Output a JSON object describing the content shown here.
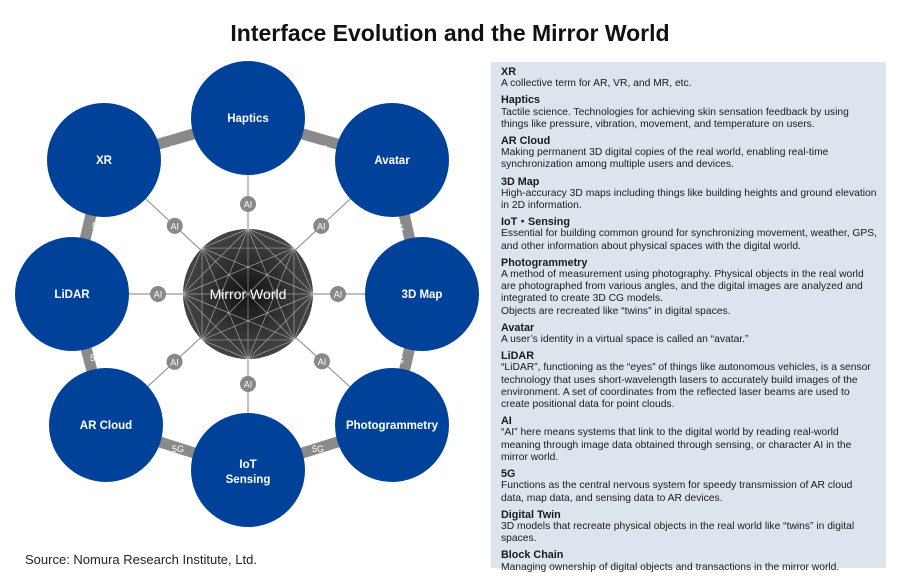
{
  "title": "Interface Evolution and the Mirror World",
  "source": "Source: Nomura Research Institute, Ltd.",
  "center": "Mirror World",
  "nodes": [
    {
      "label": "Haptics"
    },
    {
      "label": "Avatar"
    },
    {
      "label": "3D Map"
    },
    {
      "label": "Photogrammetry"
    },
    {
      "label": "IoT\nSensing",
      "line1": "IoT",
      "line2": "Sensing"
    },
    {
      "label": "AR Cloud"
    },
    {
      "label": "LiDAR"
    },
    {
      "label": "XR"
    }
  ],
  "link_label": "5G",
  "spoke_label": "AI",
  "colors": {
    "node": "#00429a",
    "ring": "#8a8a8a",
    "badge": "#888888",
    "panel": "#dce5ed"
  },
  "glossary": [
    {
      "term": "XR",
      "desc": "A collective term for AR, VR, and MR, etc."
    },
    {
      "term": "Haptics",
      "desc": "Tactile science. Technologies for achieving skin sensation feedback by using things like pressure, vibration, movement, and temperature on users."
    },
    {
      "term": "AR Cloud",
      "desc": "Making permanent 3D digital copies of the real world, enabling real-time synchronization among multiple users and devices."
    },
    {
      "term": "3D Map",
      "desc": "High-accuracy 3D maps including things like building heights and ground elevation in 2D information."
    },
    {
      "term": "IoT・Sensing",
      "desc": "Essential for building common ground for synchronizing movement, weather, GPS, and other information about physical spaces with the digital world."
    },
    {
      "term": "Photogrammetry",
      "desc": "A method of measurement using photography. Physical objects in the real world are photographed from various angles, and the digital images are analyzed and integrated to create 3D CG models.\nObjects are recreated like “twins” in digital spaces."
    },
    {
      "term": "Avatar",
      "desc": "A user’s identity in a virtual space is called an “avatar.”"
    },
    {
      "term": "LiDAR",
      "desc": "“LiDAR”, functioning as the “eyes” of things like autonomous vehicles, is a sensor technology that uses short-wavelength lasers to accurately build images of the environment. A set of coordinates from the reflected laser beams are used to create positional data for point clouds."
    },
    {
      "term": "AI",
      "desc": "“AI” here means systems that link to the digital world by reading real-world meaning through image data obtained through sensing, or character AI in the mirror world."
    },
    {
      "term": "5G",
      "desc": "Functions as the central nervous system for speedy transmission of AR cloud data, map data, and sensing data to AR devices."
    },
    {
      "term": "Digital Twin",
      "desc": "3D models that recreate physical objects in the real world like “twins” in digital spaces."
    },
    {
      "term": "Block Chain",
      "desc": "Managing ownership of digital objects and transactions in the mirror world."
    }
  ]
}
